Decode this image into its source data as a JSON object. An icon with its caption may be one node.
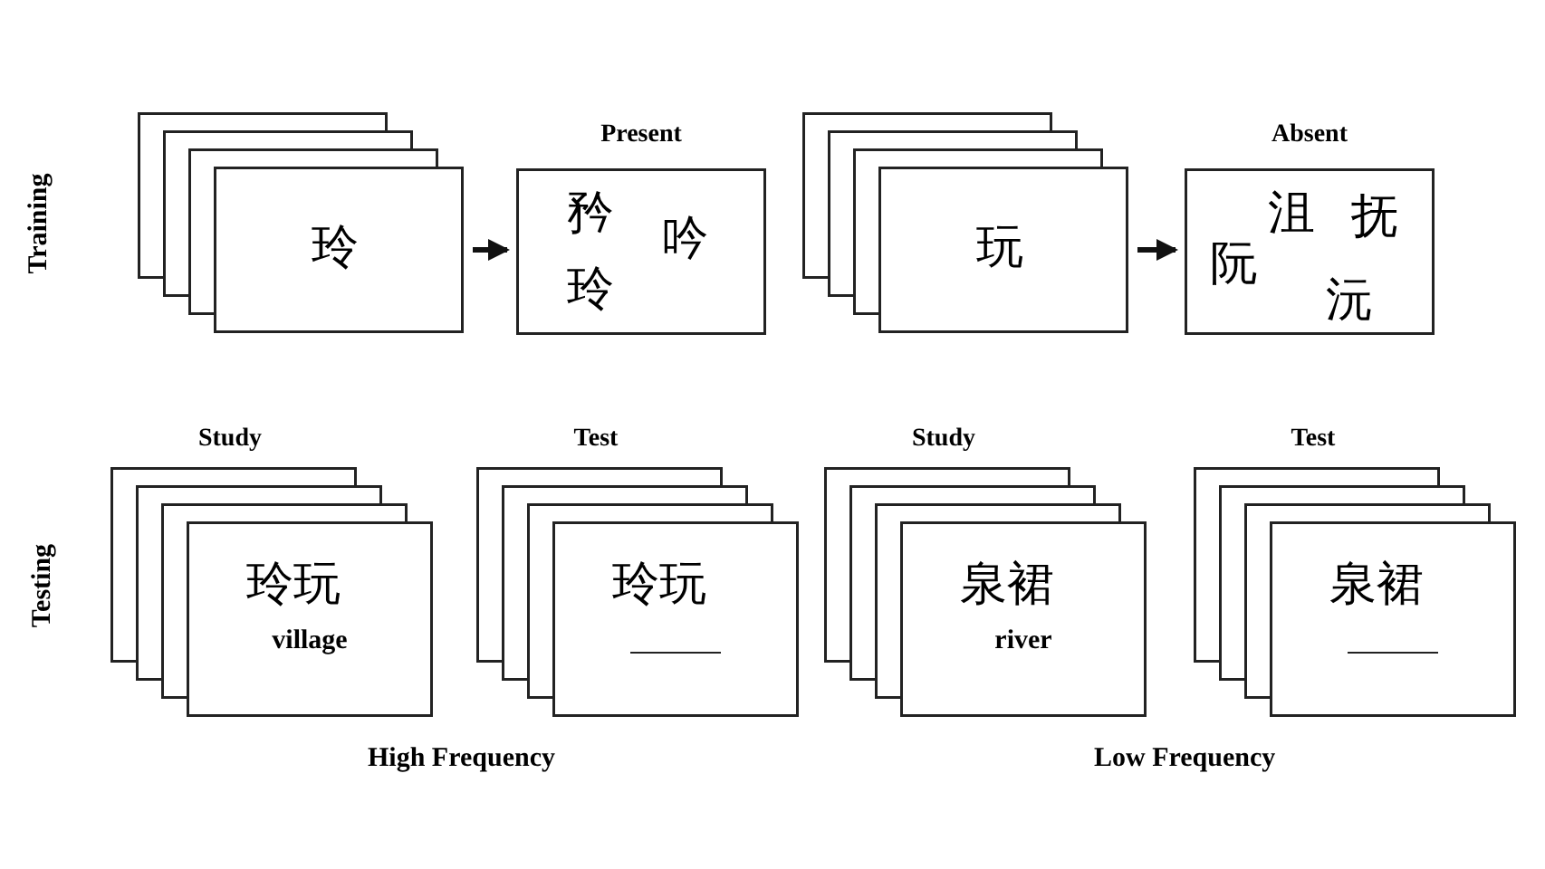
{
  "diagram": {
    "nodes": [
      {
        "text": [
          "玲"
        ]
      },
      {
        "text": [
          "Present",
          "矜",
          "吟",
          "玲"
        ]
      },
      {
        "text": [
          "玩"
        ]
      },
      {
        "text": [
          "Absent",
          "沮",
          "抚",
          "阮",
          "沅"
        ]
      },
      {
        "text": [
          "Study",
          "玲玩",
          "village"
        ]
      },
      {
        "text": [
          "Test",
          "玲玩"
        ]
      },
      {
        "text": [
          "Study",
          "泉裙",
          "river"
        ]
      },
      {
        "text": [
          "Test",
          "泉裙"
        ]
      }
    ],
    "edges": [
      {
        "from": 0,
        "to": 1,
        "arrow": "to"
      },
      {
        "from": 2,
        "to": 3,
        "arrow": "to"
      }
    ],
    "labels": [
      "Training",
      "Testing",
      "High Frequency",
      "Low Frequency"
    ]
  }
}
